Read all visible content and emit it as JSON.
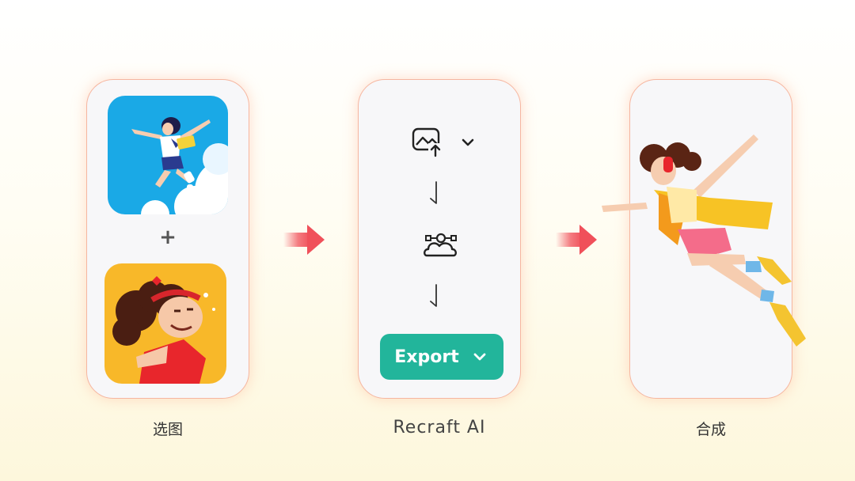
{
  "steps": [
    {
      "caption": "选图"
    },
    {
      "caption": "Recraft AI"
    },
    {
      "caption": "合成"
    }
  ],
  "plus_symbol": "+",
  "recraft_panel": {
    "icons": [
      "image-upload-icon",
      "chevron-down-icon",
      "step-arrow-icon",
      "vector-cloud-icon",
      "step-arrow-icon"
    ],
    "export_label": "Export"
  },
  "colors": {
    "accent_green": "#22b59b",
    "arrow_red": "#f0505a",
    "card_border": "#f6b6a0"
  }
}
